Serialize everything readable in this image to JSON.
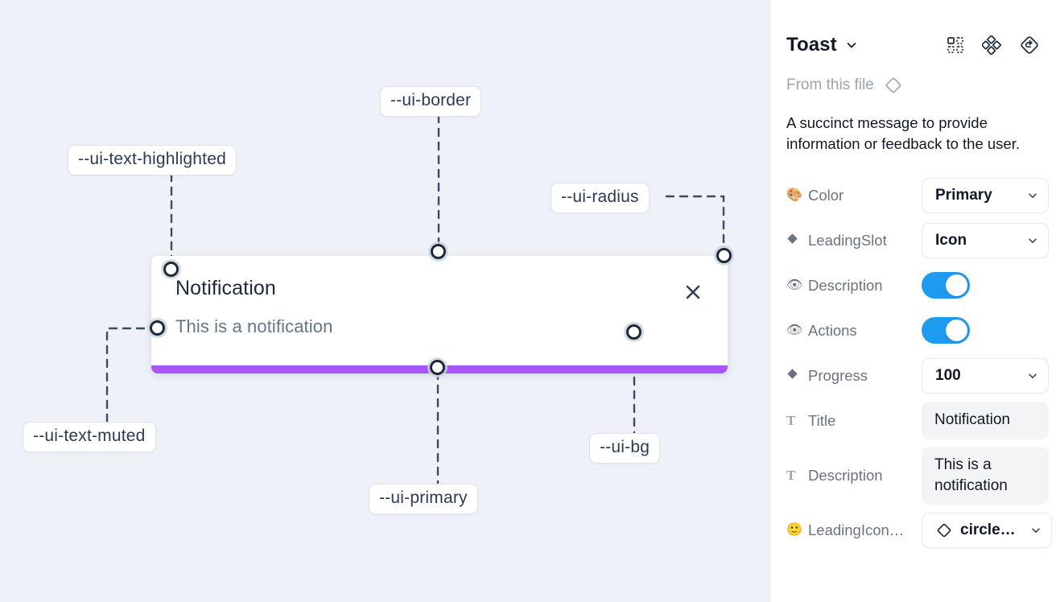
{
  "canvas": {
    "background_color": "#eef1f7",
    "toast": {
      "title": "Notification",
      "description": "This is a notification",
      "close_icon": "close-x-icon",
      "progress_color": "#a855f7",
      "background_color": "#ffffff"
    },
    "annotations": [
      {
        "id": "text-highlighted",
        "label": "--ui-text-highlighted"
      },
      {
        "id": "border",
        "label": "--ui-border"
      },
      {
        "id": "radius",
        "label": "--ui-radius"
      },
      {
        "id": "text-muted",
        "label": "--ui-text-muted"
      },
      {
        "id": "primary",
        "label": "--ui-primary"
      },
      {
        "id": "bg",
        "label": "--ui-bg"
      }
    ]
  },
  "panel": {
    "title": "Toast",
    "title_caret_icon": "chevron-down-icon",
    "header_icons": [
      {
        "name": "component-grid-icon"
      },
      {
        "name": "variants-cluster-icon"
      },
      {
        "name": "reset-instance-icon"
      }
    ],
    "from_file": {
      "label": "From this file",
      "icon": "diamond-component-icon"
    },
    "description": "A succinct message to provide information or feedback to the user.",
    "accent_color": "#1d9bf0",
    "properties": [
      {
        "key": "color",
        "icon": "palette-emoji",
        "icon_glyph": "🎨",
        "label": "Color",
        "type": "select",
        "value": "Primary"
      },
      {
        "key": "leadingslot",
        "icon": "diamond-filled",
        "icon_glyph": "◆",
        "label": "LeadingSlot",
        "type": "select",
        "value": "Icon"
      },
      {
        "key": "description",
        "icon": "eye-emoji",
        "icon_glyph": "👁",
        "label": "Description",
        "type": "toggle",
        "value": "on"
      },
      {
        "key": "actions",
        "icon": "eye-emoji",
        "icon_glyph": "👁",
        "label": "Actions",
        "type": "toggle",
        "value": "on"
      },
      {
        "key": "progress",
        "icon": "diamond-filled",
        "icon_glyph": "◆",
        "label": "Progress",
        "type": "select",
        "value": "100"
      },
      {
        "key": "title",
        "icon": "text-t-glyph",
        "icon_glyph": "T",
        "label": "Title",
        "type": "text",
        "value": "Notification"
      },
      {
        "key": "desc",
        "icon": "text-t-glyph",
        "icon_glyph": "T",
        "label": "Description",
        "type": "text",
        "value": "This is a notification"
      },
      {
        "key": "leadingicon",
        "icon": "smiley-emoji",
        "icon_glyph": "🙂",
        "label": "LeadingIcon…",
        "type": "icon-select",
        "value": "circle…"
      }
    ]
  }
}
